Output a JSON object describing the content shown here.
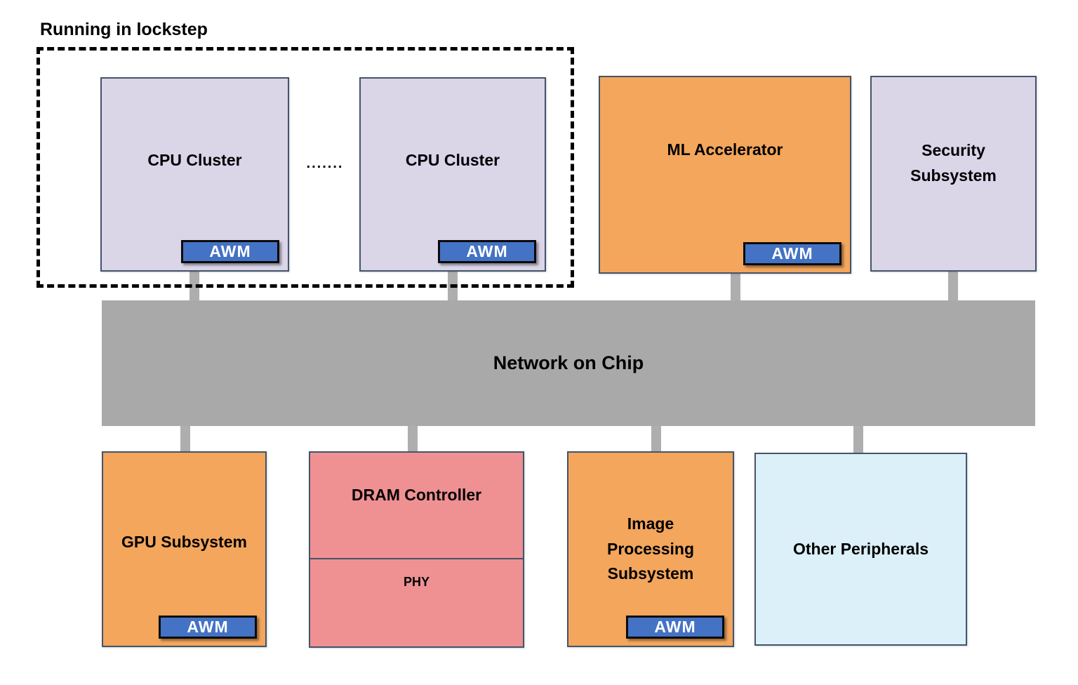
{
  "diagram": {
    "lockstep": {
      "label": "Running in lockstep"
    },
    "ellipsis": ".......",
    "noc": {
      "label": "Network on Chip"
    },
    "boxes": {
      "cpu_cluster_1": {
        "label": "CPU Cluster",
        "awm": "AWM"
      },
      "cpu_cluster_2": {
        "label": "CPU Cluster",
        "awm": "AWM"
      },
      "ml_accelerator": {
        "label": "ML Accelerator",
        "awm": "AWM"
      },
      "security_subsystem": {
        "label": "Security Subsystem"
      },
      "gpu_subsystem": {
        "label": "GPU Subsystem",
        "awm": "AWM"
      },
      "dram_controller": {
        "label": "DRAM Controller",
        "sub_label": "PHY"
      },
      "image_processing_subsystem": {
        "label": "Image Processing Subsystem",
        "awm": "AWM"
      },
      "other_peripherals": {
        "label": "Other Peripherals"
      }
    },
    "colors": {
      "box-lavender": "#dbd5e8",
      "box-orange": "#f3a65c",
      "box-pink": "#ef9193",
      "box-lightblue": "#dbf0f8",
      "noc-gray": "#a9a9a9",
      "connector-gray": "#aeaeae",
      "box-border": "#44546a",
      "awm-blue": "#4472c4",
      "awm-text": "#ffffff",
      "text-black": "#000000"
    }
  }
}
